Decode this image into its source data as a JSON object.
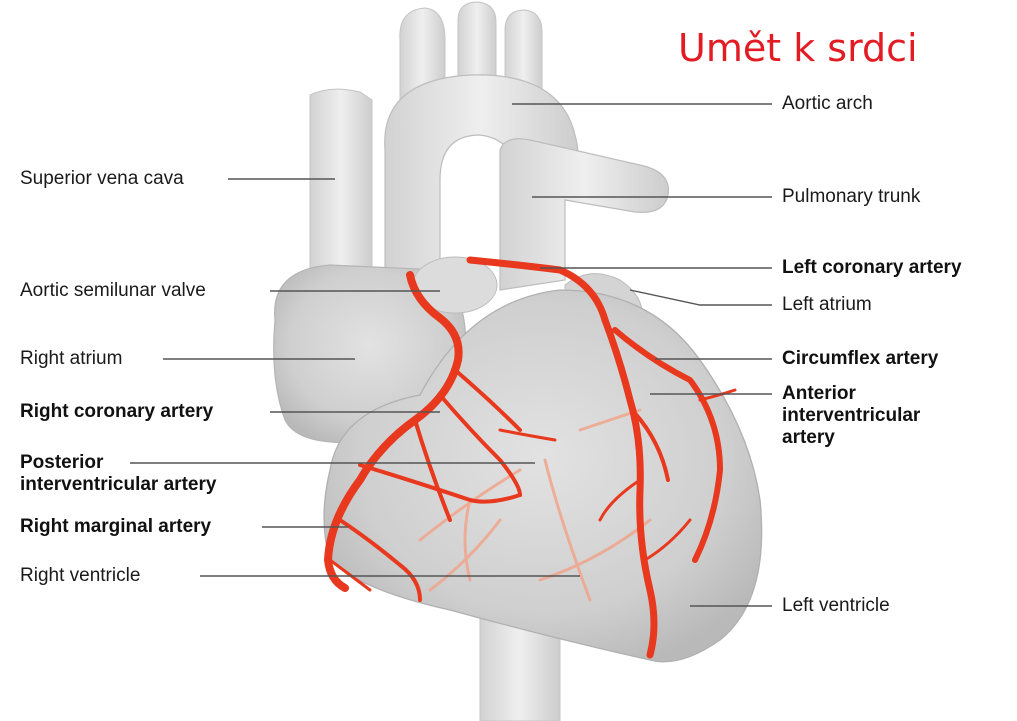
{
  "title": "Umět k srdci",
  "labels": {
    "aortic_arch": "Aortic arch",
    "superior_vena_cava": "Superior vena cava",
    "pulmonary_trunk": "Pulmonary trunk",
    "left_coronary_artery": "Left coronary artery",
    "aortic_semilunar_valve": "Aortic semilunar valve",
    "left_atrium": "Left atrium",
    "right_atrium": "Right atrium",
    "circumflex_artery": "Circumflex artery",
    "right_coronary_artery": "Right coronary artery",
    "anterior_interventricular_artery": [
      "Anterior",
      "interventricular",
      "artery"
    ],
    "posterior_interventricular_artery": [
      "Posterior",
      "interventricular artery"
    ],
    "right_marginal_artery": "Right marginal artery",
    "right_ventricle": "Right ventricle",
    "left_ventricle": "Left ventricle"
  },
  "colors": {
    "title": "#e31b23",
    "artery": "#e8381e",
    "artery_faint": "#f0a58c",
    "heart_fill": "#d6d6d6",
    "heart_shade": "#bdbdbd",
    "vessel_fill": "#e4e4e4"
  }
}
